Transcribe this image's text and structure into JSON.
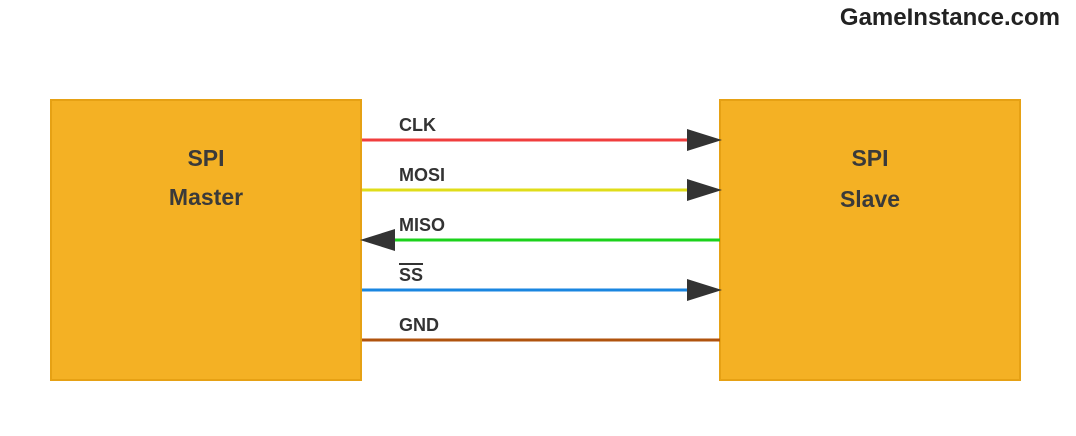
{
  "brand": "GameInstance.com",
  "master": {
    "line1": "SPI",
    "line2": "Master"
  },
  "slave": {
    "line1": "SPI",
    "line2": "Slave"
  },
  "signals": [
    {
      "name": "CLK",
      "color": "#f03e3e",
      "direction": "master-to-slave",
      "overline": false
    },
    {
      "name": "MOSI",
      "color": "#e0dd1a",
      "direction": "master-to-slave",
      "overline": false
    },
    {
      "name": "MISO",
      "color": "#1bd21b",
      "direction": "slave-to-master",
      "overline": false
    },
    {
      "name": "SS",
      "color": "#1a86e0",
      "direction": "master-to-slave",
      "overline": true
    },
    {
      "name": "GND",
      "color": "#b0530e",
      "direction": "none",
      "overline": false
    }
  ],
  "colors": {
    "block_fill": "#f4b124",
    "block_border": "#e6a114",
    "arrow": "#333333",
    "text": "#333333"
  }
}
